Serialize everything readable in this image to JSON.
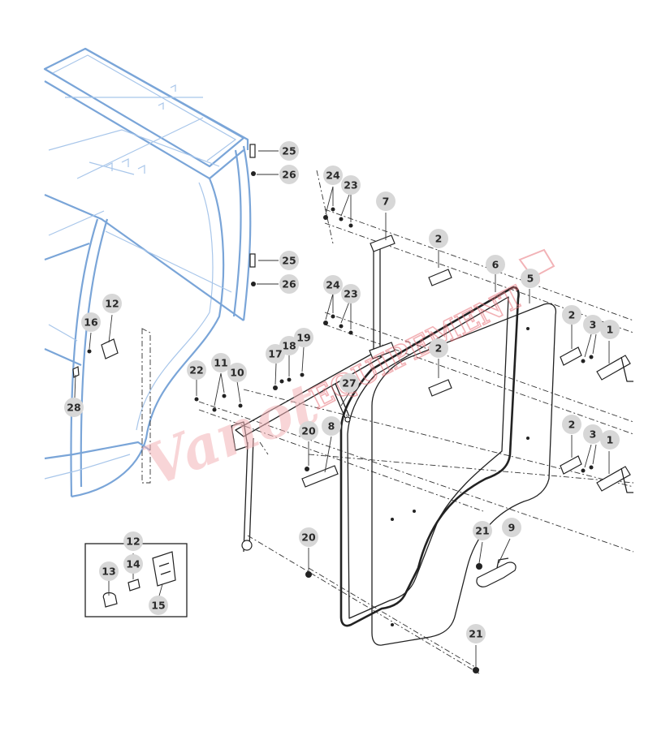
{
  "callouts": {
    "c1a": "1",
    "c1b": "1",
    "c2a": "2",
    "c2b": "2",
    "c2c": "2",
    "c2d": "2",
    "c3a": "3",
    "c3b": "3",
    "c5": "5",
    "c6": "6",
    "c7": "7",
    "c8": "8",
    "c9": "9",
    "c10": "10",
    "c11": "11",
    "c12a": "12",
    "c12b": "12",
    "c13": "13",
    "c14": "14",
    "c15": "15",
    "c16": "16",
    "c17": "17",
    "c18": "18",
    "c19": "19",
    "c20a": "20",
    "c20b": "20",
    "c21a": "21",
    "c21b": "21",
    "c22": "22",
    "c23a": "23",
    "c23b": "23",
    "c24a": "24",
    "c24b": "24",
    "c25a": "25",
    "c25b": "25",
    "c26a": "26",
    "c26b": "26",
    "c27": "27",
    "c28": "28"
  },
  "watermark": {
    "brand": "EQUIPEMENT",
    "script": "Vanot"
  },
  "colors": {
    "cab_frame": "#7aa5d8",
    "parts": "#222222",
    "callout_bubble": "#d7d7d7",
    "watermark": "#e8747c"
  }
}
